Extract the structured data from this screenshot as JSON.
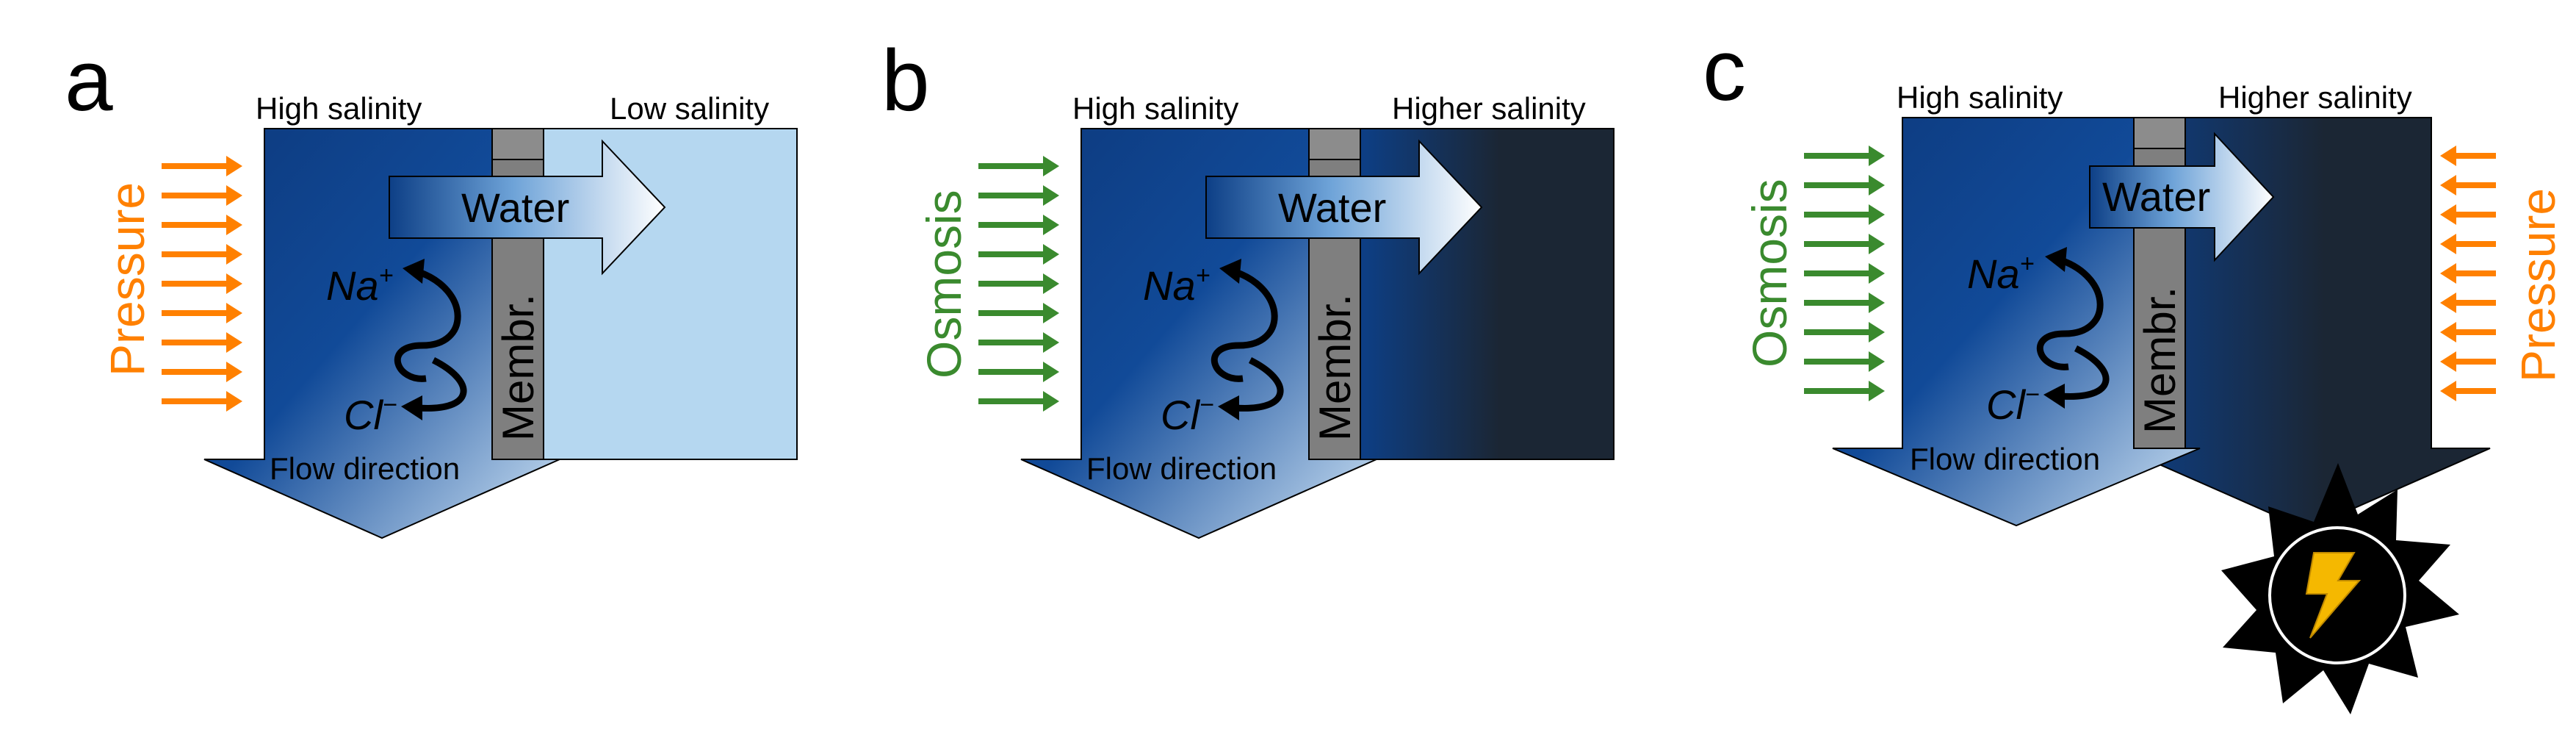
{
  "colors": {
    "pressure": "#ff8000",
    "osmosis": "#3a8a2e",
    "membrane": "#7f7f7f",
    "low_salinity_water": "#b5d7f0",
    "higher_salinity_water": "#1b2634",
    "high_salinity_water": "#0d3f86",
    "power_symbol_fill": "#000000",
    "lightning": "#f5b800"
  },
  "icons": {
    "electricity": "lightning-bolt-icon",
    "membrane_ion_rejection": "curved-arrow-icon"
  },
  "panels": [
    {
      "letter": "a",
      "left_label": "High salinity",
      "right_label": "Low salinity",
      "water_label": "Water",
      "membrane_label": "Membr.",
      "ion_top": "Na",
      "ion_top_charge": "+",
      "ion_bottom": "Cl",
      "ion_bottom_charge": "−",
      "flow_label": "Flow direction",
      "driving_force_label": "Pressure"
    },
    {
      "letter": "b",
      "left_label": "High salinity",
      "right_label": "Higher salinity",
      "water_label": "Water",
      "membrane_label": "Membr.",
      "ion_top": "Na",
      "ion_top_charge": "+",
      "ion_bottom": "Cl",
      "ion_bottom_charge": "−",
      "flow_label": "Flow direction",
      "driving_force_label": "Osmosis"
    },
    {
      "letter": "c",
      "left_label": "High salinity",
      "right_label": "Higher salinity",
      "water_label": "Water",
      "membrane_label": "Membr.",
      "ion_top": "Na",
      "ion_top_charge": "+",
      "ion_bottom": "Cl",
      "ion_bottom_charge": "−",
      "flow_label": "Flow direction",
      "driving_force_label": "Osmosis",
      "right_force_label": "Pressure"
    }
  ]
}
